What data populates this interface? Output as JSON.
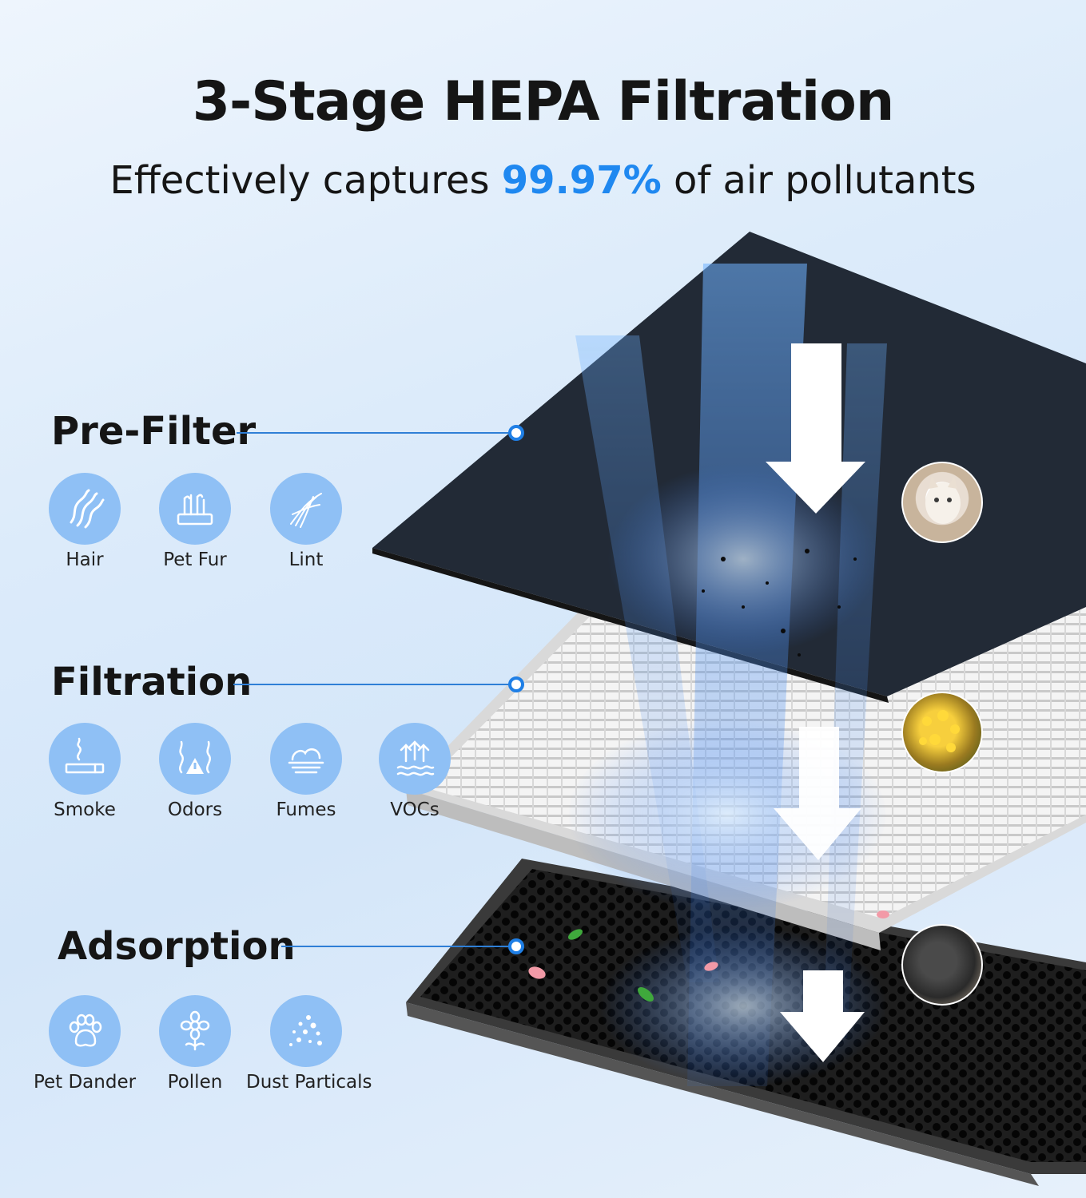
{
  "header": {
    "title": "3-Stage HEPA Filtration",
    "subtitle_pre": "Effectively captures ",
    "subtitle_highlight": "99.97%",
    "subtitle_post": " of air pollutants"
  },
  "colors": {
    "accent": "#1f88f0",
    "icon_circle": "#8fc0f5",
    "text": "#151515"
  },
  "stages": [
    {
      "label": "Pre-Filter",
      "items": [
        {
          "label": "Hair",
          "icon": "hair-icon"
        },
        {
          "label": "Pet Fur",
          "icon": "pet-fur-icon"
        },
        {
          "label": "Lint",
          "icon": "lint-icon"
        }
      ]
    },
    {
      "label": "Filtration",
      "items": [
        {
          "label": "Smoke",
          "icon": "smoke-icon"
        },
        {
          "label": "Odors",
          "icon": "odors-icon"
        },
        {
          "label": "Fumes",
          "icon": "fumes-icon"
        },
        {
          "label": "VOCs",
          "icon": "vocs-icon"
        }
      ]
    },
    {
      "label": "Adsorption",
      "items": [
        {
          "label": "Pet Dander",
          "icon": "paw-icon"
        },
        {
          "label": "Pollen",
          "icon": "flower-icon"
        },
        {
          "label": "Dust Particals",
          "icon": "dust-icon"
        }
      ]
    }
  ]
}
